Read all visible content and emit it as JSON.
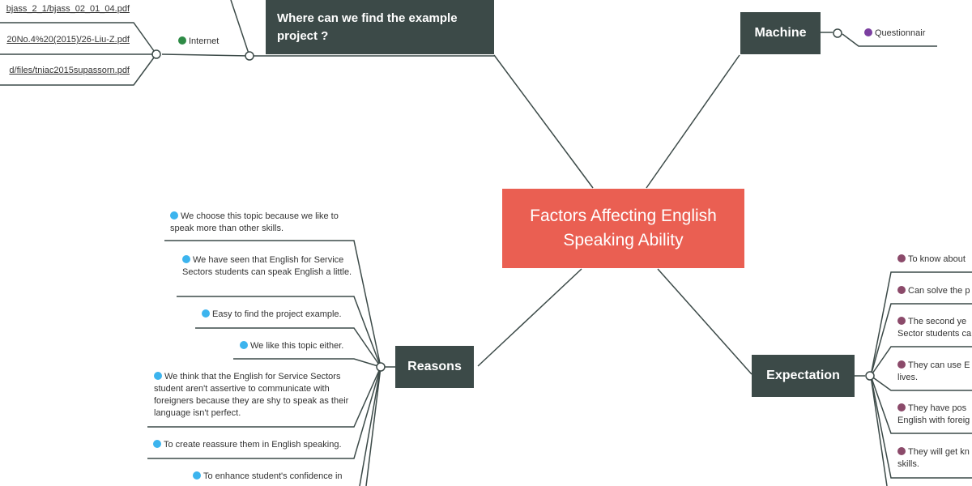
{
  "central": {
    "title": "Factors Affecting English Speaking Ability"
  },
  "colors": {
    "central": "#ea5f52",
    "topic": "#3c4a48",
    "blue_dot": "#3cb4ee",
    "green_dot": "#2e8b46",
    "purple_dot": "#7b3fa0",
    "mauve_dot": "#8b4a6a"
  },
  "where": {
    "title": "Where can we find the example project ?",
    "internet_label": "Internet",
    "links": [
      "bjass_2_1/bjass_02_01_04.pdf",
      "20No.4%20(2015)/26-Liu-Z.pdf",
      "d/files/tniac2015supassorn.pdf"
    ]
  },
  "machine": {
    "title": "Machine",
    "items": [
      "Questionnair"
    ]
  },
  "reasons": {
    "title": "Reasons",
    "items": [
      "We choose this topic because we like to speak more than other skills.",
      "We have seen that English for Service Sectors students can speak English a little.",
      "Easy to find the project example.",
      "We like this topic either.",
      "We think that the English for Service Sectors student aren't assertive to communicate with foreigners because they are shy to speak as their language isn't perfect.",
      "To create reassure them in English speaking.",
      "To enhance student's confidence in"
    ]
  },
  "expectation": {
    "title": "Expectation",
    "items": [
      "To know about",
      "Can solve the p",
      "The second ye Sector students ca",
      "They can use E lives.",
      "They have pos English with foreig",
      "They will get kn skills."
    ]
  }
}
